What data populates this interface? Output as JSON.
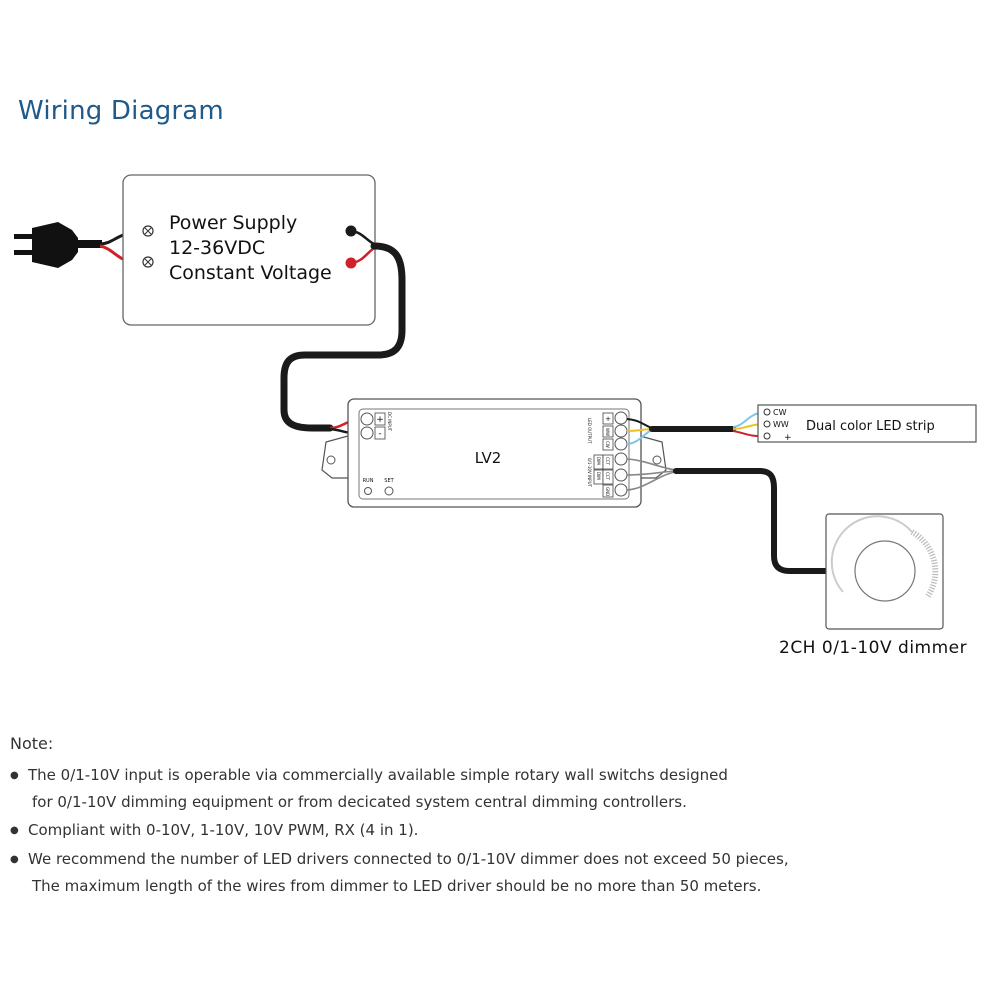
{
  "title": "Wiring Diagram",
  "power_supply": {
    "line1": "Power Supply",
    "line2": "12-36VDC",
    "line3": "Constant Voltage"
  },
  "controller": {
    "name": "LV2",
    "power_plus": "+",
    "power_minus": "-",
    "power_label": "DC INPUT",
    "run_label": "RUN",
    "set_label": "SET",
    "output_label": "LED OUTPUT",
    "input_label": "0/1-10V INPUT",
    "output_terminals": [
      "+",
      "WW",
      "CW"
    ],
    "input_terminals": [
      "DIM",
      "CCT",
      "DIM",
      "CCT",
      "GND"
    ]
  },
  "led_strip": {
    "label": "Dual color LED strip",
    "pins": [
      "CW",
      "WW",
      "+"
    ]
  },
  "dimmer": {
    "label": "2CH 0/1-10V dimmer"
  },
  "notes": {
    "title": "Note:",
    "items": [
      {
        "line1": "The 0/1-10V input is operable via commercially available simple rotary wall switchs designed",
        "line2": "for 0/1-10V dimming equipment or from decicated system central dimming controllers."
      },
      {
        "line1": "Compliant with 0-10V, 1-10V, 10V PWM, RX (4 in 1)."
      },
      {
        "line1": "We recommend the number of LED drivers connected to 0/1-10V dimmer does not exceed 50 pieces,",
        "line2": "The maximum length of the wires from dimmer to LED driver should be no more than 50 meters."
      }
    ]
  },
  "colors": {
    "title": "#1f5a8a",
    "wire_red": "#d0202a",
    "wire_black": "#1a1a1a",
    "wire_yellow": "#f0c020",
    "wire_blue": "#7fc4ea",
    "wire_grey": "#888888",
    "outline": "#555555"
  }
}
